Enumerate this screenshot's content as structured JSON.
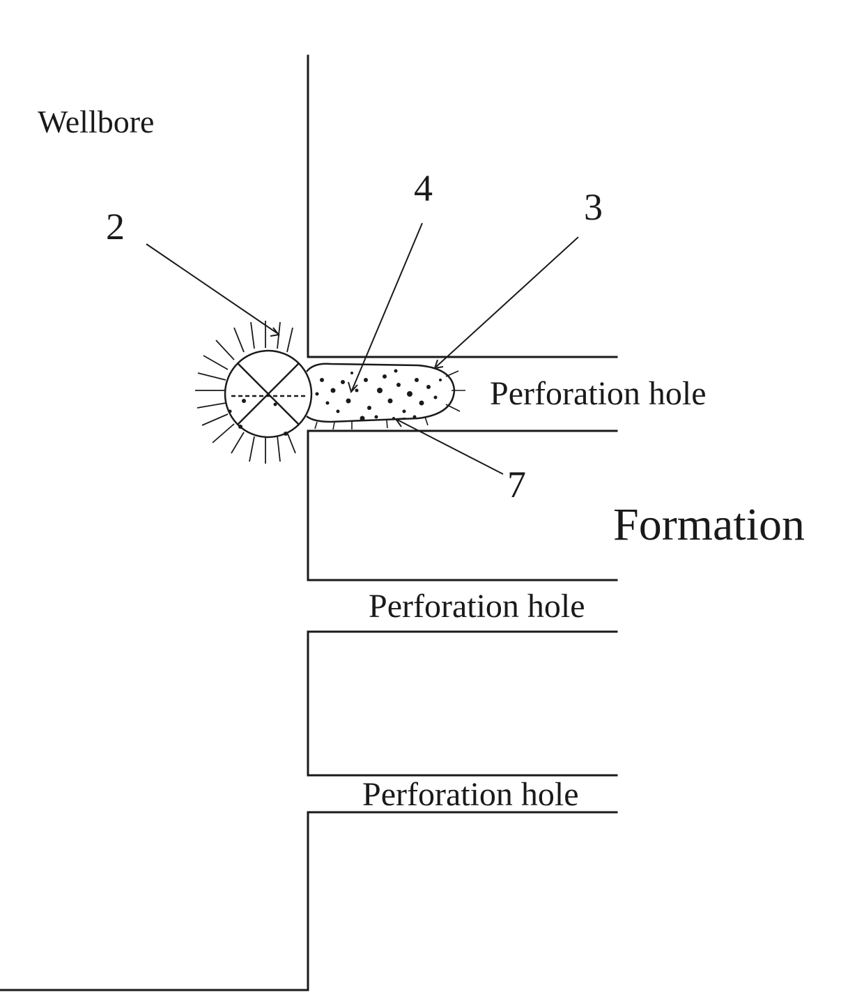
{
  "labels": {
    "wellbore": "Wellbore",
    "formation": "Formation",
    "perforation_hole_1": "Perforation hole",
    "perforation_hole_2": "Perforation hole",
    "perforation_hole_3": "Perforation hole"
  },
  "callouts": {
    "ref_2": "2",
    "ref_3": "3",
    "ref_4": "4",
    "ref_7": "7"
  },
  "colors": {
    "line": "#1a1a1a",
    "background": "#ffffff"
  }
}
